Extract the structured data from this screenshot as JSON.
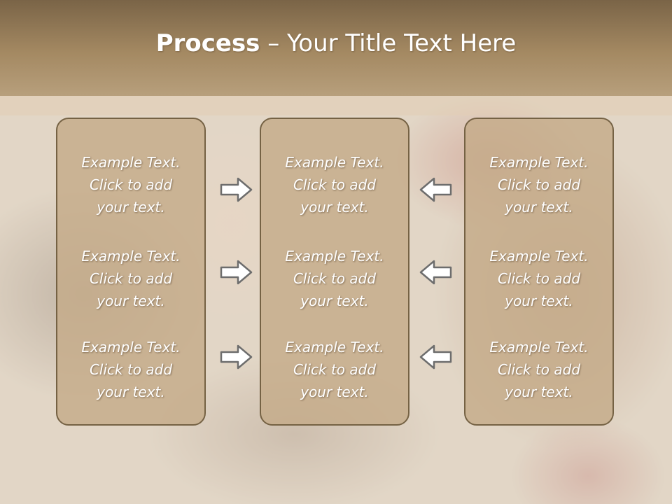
{
  "slide": {
    "title_bold": "Process",
    "title_rest": " – Your Title Text Here"
  },
  "columns": [
    {
      "items": [
        "Example Text.\nClick  to add\nyour text.",
        "Example Text.\nClick  to add\nyour text.",
        "Example Text.\nClick  to add\nyour text."
      ]
    },
    {
      "items": [
        "Example Text.\nClick  to add\nyour text.",
        "Example Text.\nClick  to add\nyour text.",
        "Example Text.\nClick  to add\nyour text."
      ]
    },
    {
      "items": [
        "Example Text.\nClick  to add\nyour text.",
        "Example Text.\nClick  to add\nyour text.",
        "Example Text.\nClick  to add\nyour text."
      ]
    }
  ],
  "arrows": {
    "left_group": [
      "arrow-right-icon",
      "arrow-right-icon",
      "arrow-right-icon"
    ],
    "right_group": [
      "arrow-left-icon",
      "arrow-left-icon",
      "arrow-left-icon"
    ]
  },
  "colors": {
    "title_band": "#a48962",
    "panel_fill": "#c4ab89",
    "panel_border": "#756244",
    "text": "#ffffff"
  }
}
